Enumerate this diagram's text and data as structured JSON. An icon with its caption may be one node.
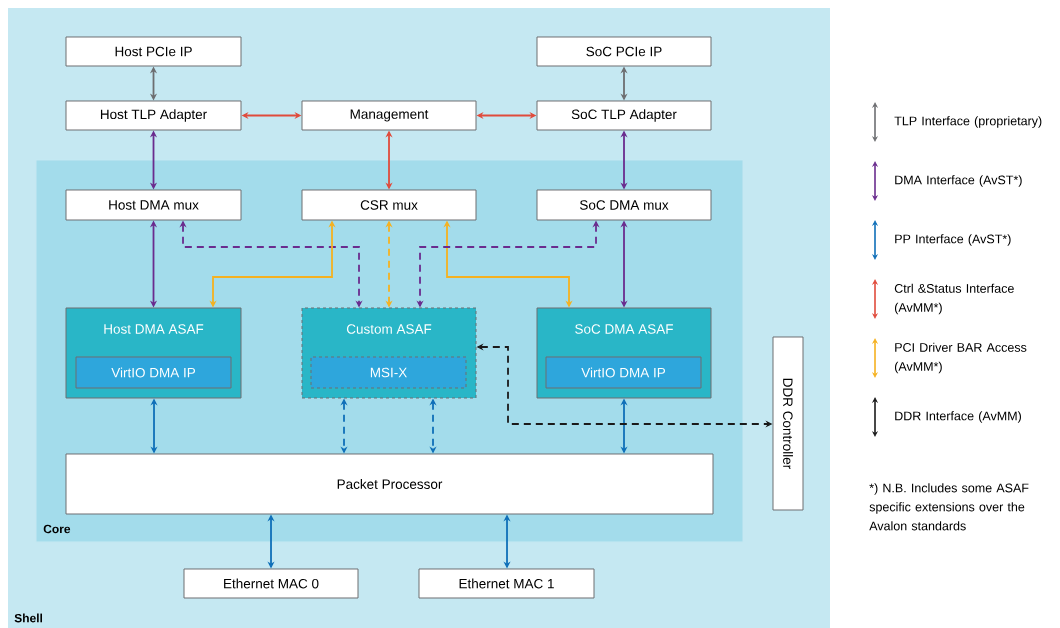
{
  "diagram": {
    "nodes": [
      {
        "text": [
          "Shell"
        ]
      },
      {
        "text": [
          "Host PCIe IP"
        ],
        "in": 0
      },
      {
        "text": [
          "SoC PCIe IP"
        ],
        "in": 0
      },
      {
        "text": [
          "Host TLP Adapter"
        ],
        "in": 0
      },
      {
        "text": [
          "Management"
        ],
        "in": 0
      },
      {
        "text": [
          "SoC TLP Adapter"
        ],
        "in": 0
      },
      {
        "text": [
          "Core"
        ],
        "in": 0
      },
      {
        "text": [
          "Host DMA mux"
        ],
        "in": 6
      },
      {
        "text": [
          "CSR mux"
        ],
        "in": 6
      },
      {
        "text": [
          "SoC DMA mux"
        ],
        "in": 6
      },
      {
        "text": [
          "Host DMA ASAF"
        ],
        "in": 6
      },
      {
        "text": [
          "VirtIO DMA IP"
        ],
        "in": 10
      },
      {
        "text": [
          "Custom ASAF"
        ],
        "in": 6
      },
      {
        "text": [
          "MSI-X"
        ],
        "in": 12
      },
      {
        "text": [
          "SoC DMA ASAF"
        ],
        "in": 6
      },
      {
        "text": [
          "VirtIO DMA IP"
        ],
        "in": 14
      },
      {
        "text": [
          "Packet Processor"
        ],
        "in": 6
      },
      {
        "text": [
          "DDR Controller"
        ],
        "in": 0
      },
      {
        "text": [
          "Ethernet MAC 0"
        ],
        "in": 0
      },
      {
        "text": [
          "Ethernet MAC 1"
        ],
        "in": 0
      }
    ],
    "edges": [
      {
        "from": 1,
        "to": 3,
        "arrow": "both",
        "color": "#6d6e71"
      },
      {
        "from": 2,
        "to": 5,
        "arrow": "both",
        "color": "#6d6e71"
      },
      {
        "from": 3,
        "to": 4,
        "arrow": "both",
        "color": "#e04b3c"
      },
      {
        "from": 4,
        "to": 5,
        "arrow": "both",
        "color": "#e04b3c"
      },
      {
        "from": 3,
        "to": 7,
        "arrow": "both",
        "color": "#6a2c8e"
      },
      {
        "from": 4,
        "to": 8,
        "arrow": "both",
        "color": "#e04b3c"
      },
      {
        "from": 5,
        "to": 9,
        "arrow": "both",
        "color": "#6a2c8e"
      },
      {
        "from": 7,
        "to": 10,
        "arrow": "both",
        "color": "#6a2c8e"
      },
      {
        "from": 7,
        "to": 12,
        "arrow": "both",
        "style": "dashed",
        "color": "#6a2c8e"
      },
      {
        "from": 8,
        "to": 10,
        "arrow": "both",
        "color": "#f5b120"
      },
      {
        "from": 8,
        "to": 12,
        "arrow": "both",
        "style": "dashed",
        "color": "#f5b120"
      },
      {
        "from": 8,
        "to": 14,
        "arrow": "both",
        "color": "#f5b120"
      },
      {
        "from": 9,
        "to": 12,
        "arrow": "both",
        "style": "dashed",
        "color": "#6a2c8e"
      },
      {
        "from": 9,
        "to": 14,
        "arrow": "both",
        "color": "#6a2c8e"
      },
      {
        "from": 10,
        "to": 16,
        "arrow": "both",
        "color": "#0f6fb8"
      },
      {
        "from": 12,
        "to": 16,
        "arrow": "both",
        "style": "dashed",
        "color": "#0f6fb8"
      },
      {
        "from": 12,
        "to": 16,
        "arrow": "both",
        "style": "dashed",
        "color": "#0f6fb8"
      },
      {
        "from": 14,
        "to": 16,
        "arrow": "both",
        "color": "#0f6fb8"
      },
      {
        "from": 12,
        "to": 17,
        "arrow": "both",
        "style": "dashed",
        "color": "#1a1a1a"
      },
      {
        "from": 16,
        "to": 18,
        "arrow": "both",
        "color": "#0f6fb8"
      },
      {
        "from": 16,
        "to": 19,
        "arrow": "both",
        "color": "#0f6fb8"
      }
    ],
    "labels": [
      "*) N.B. Includes some ASAF specific extensions over the Avalon standards"
    ],
    "legend": [
      {
        "text": "TLP Interface (proprietary)"
      },
      {
        "text": "DMA Interface (AvST*)"
      },
      {
        "text": "PP Interface (AvST*)"
      },
      {
        "text": "Ctrl &Status Interface (AvMM*)"
      },
      {
        "text": "PCI Driver BAR Access (AvMM*)"
      },
      {
        "text": "DDR Interface (AvMM)"
      }
    ]
  }
}
